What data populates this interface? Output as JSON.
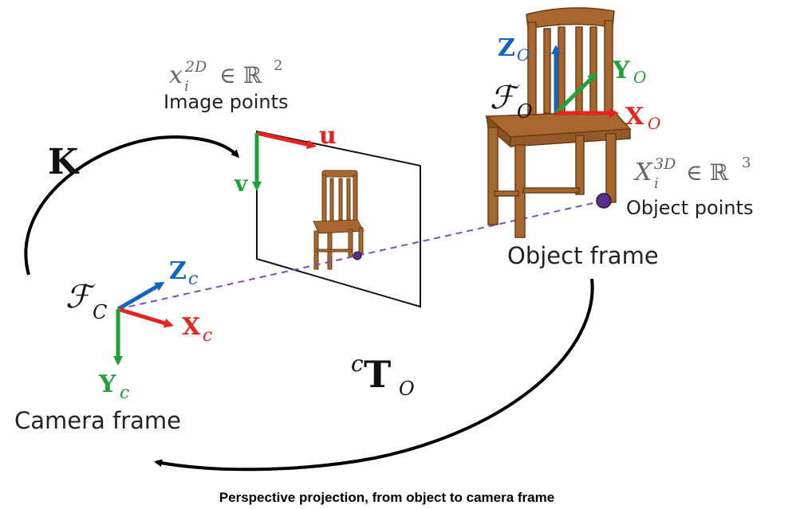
{
  "labels": {
    "K": "K",
    "image_points_math": "x",
    "image_points_sup": "2D",
    "image_points_sub": "i",
    "image_points_set": "∈ ℝ",
    "image_points_exp": "2",
    "image_points": "Image points",
    "u": "u",
    "v": "v",
    "camera_F": "ℱ",
    "camera_F_sub": "C",
    "camera_Z": "Z",
    "camera_Z_sub": "c",
    "camera_X": "X",
    "camera_X_sub": "c",
    "camera_Y": "Y",
    "camera_Y_sub": "c",
    "camera_frame": "Camera frame",
    "object_F": "ℱ",
    "object_F_sub": "O",
    "object_Z": "Z",
    "object_Z_sub": "O",
    "object_Y": "Y",
    "object_Y_sub": "O",
    "object_X": "X",
    "object_X_sub": "O",
    "object_points_math": "X",
    "object_points_sup": "3D",
    "object_points_sub": "i",
    "object_points_set": "∈ ℝ",
    "object_points_exp": "3",
    "object_points": "Object points",
    "object_frame": "Object frame",
    "transform_pre": "c",
    "transform_T": "T",
    "transform_sub": "O",
    "caption": "Perspective projection, from object to camera frame"
  },
  "colors": {
    "x_axis": "#e52420",
    "y_axis": "#22a03a",
    "z_axis": "#1565c0",
    "ray": "#7a4fb0",
    "point": "#5b2d8e",
    "wood": "#a8672e"
  }
}
